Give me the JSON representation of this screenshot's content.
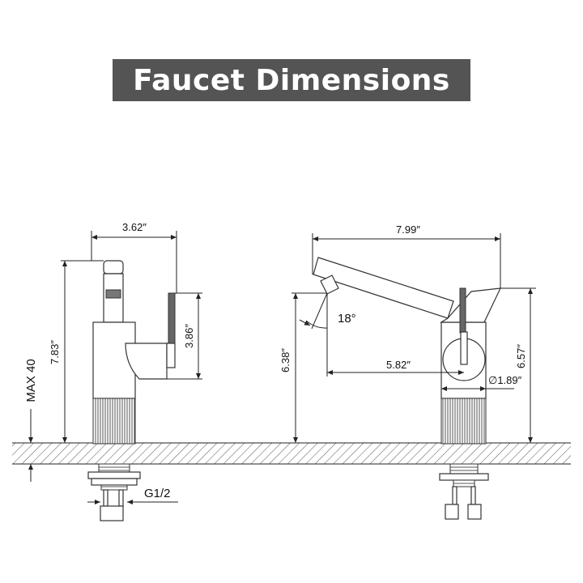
{
  "title": "Faucet Dimensions",
  "colors": {
    "title_bg": "#545454",
    "title_text": "#ffffff",
    "line": "#222222"
  },
  "side_view": {
    "width_label": "3.62″",
    "height_label": "7.83″",
    "handle_height_label": "3.86″",
    "max_thickness_label": "MAX 40",
    "thread_label": "G1/2"
  },
  "front_view": {
    "reach_label": "7.99″",
    "spout_angle_label": "18°",
    "spout_height_label": "6.38″",
    "total_height_label": "6.57″",
    "spout_reach_label": "5.82″",
    "base_diameter_label": "∅1.89″"
  }
}
